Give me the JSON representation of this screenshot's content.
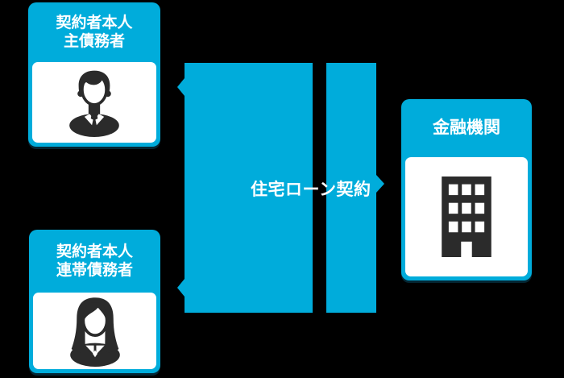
{
  "diagram": {
    "background_color": "#000000",
    "accent_color": "#00ACDB",
    "icon_color": "#2B2B2B",
    "card_body_color": "#FFFFFF",
    "header_text_color": "#FFFFFF"
  },
  "cards": {
    "primary": {
      "title_line1": "契約者本人",
      "title_line2": "主債務者",
      "icon": "man-icon"
    },
    "joint": {
      "title_line1": "契約者本人",
      "title_line2": "連帯債務者",
      "icon": "woman-icon"
    },
    "bank": {
      "title": "金融機関",
      "icon": "building-icon"
    }
  },
  "arrow": {
    "label": "住宅ローン契約",
    "heads": [
      "left-to-primary-debtor",
      "left-to-joint-debtor",
      "right-to-bank"
    ]
  }
}
